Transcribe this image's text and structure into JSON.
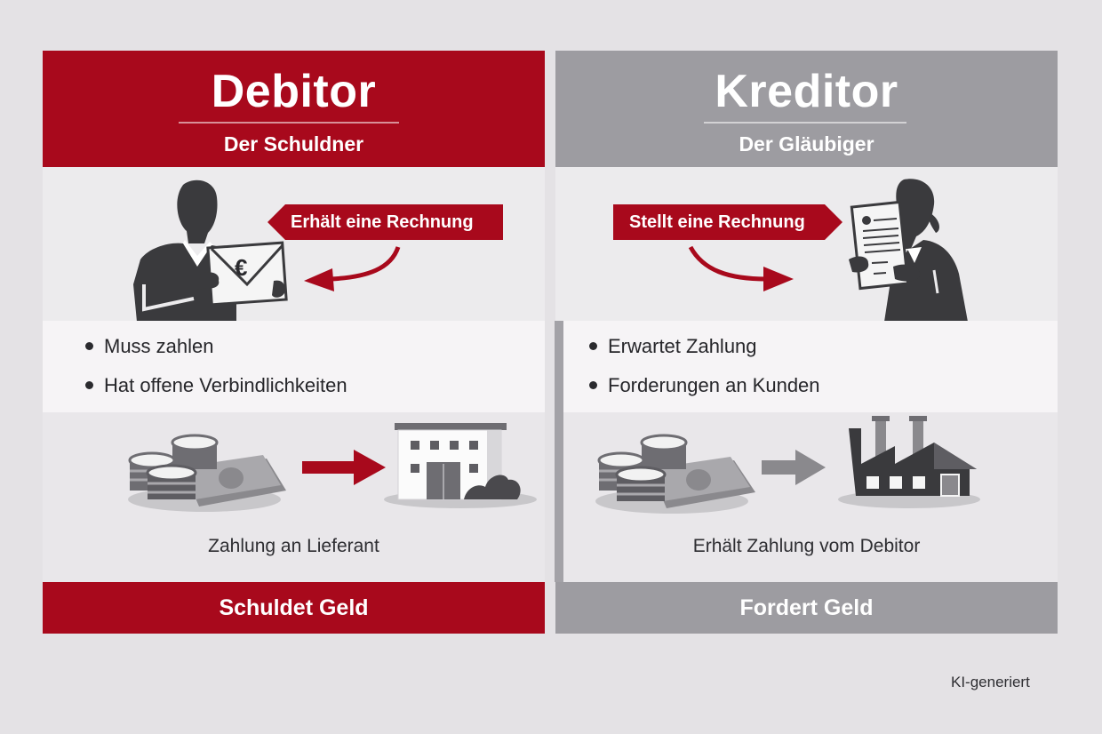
{
  "debitor": {
    "title": "Debitor",
    "subtitle": "Der Schuldner",
    "action_tag": "Erhält eine Rechnung",
    "action_direction": "incoming",
    "bullets": [
      "Muss zahlen",
      "Hat offene Verbindlichkeiten"
    ],
    "payment_caption": "Zahlung an Lieferant",
    "footer": "Schuldet Geld",
    "accent_color": "#a8091c",
    "icons": [
      "person-with-euro-envelope-icon",
      "money-stack-icon",
      "arrow-right-icon",
      "office-building-icon"
    ]
  },
  "kreditor": {
    "title": "Kreditor",
    "subtitle": "Der Gläubiger",
    "action_tag": "Stellt eine Rechnung",
    "action_direction": "outgoing",
    "bullets": [
      "Erwartet Zahlung",
      "Forderungen an Kunden"
    ],
    "payment_caption": "Erhält Zahlung vom Debitor",
    "footer": "Fordert Geld",
    "accent_color": "#9d9ca1",
    "icons": [
      "woman-reading-invoice-icon",
      "money-stack-icon",
      "arrow-right-icon",
      "factory-icon"
    ]
  },
  "watermark": "KI-generiert"
}
